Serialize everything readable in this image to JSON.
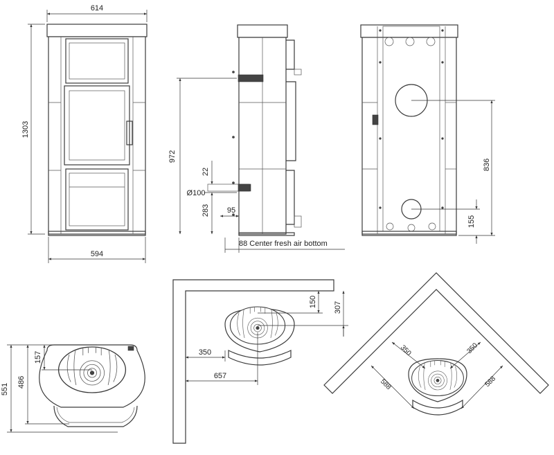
{
  "front_view": {
    "width_top": "614",
    "width_bottom": "594",
    "height": "1303"
  },
  "side_view": {
    "outlet_height": "972",
    "d1": "22",
    "d2": "283",
    "d3": "95",
    "diameter": "Ø100",
    "fresh_air": "88 Center fresh air bottom"
  },
  "back_view": {
    "d1": "836",
    "d2": "155"
  },
  "plan_view": {
    "d1": "157",
    "d2": "486",
    "d3": "551"
  },
  "wall_view": {
    "d1": "150",
    "d2": "307",
    "d3": "350",
    "d4": "657"
  },
  "corner_view": {
    "d1": "350",
    "d2": "350",
    "d3": "588",
    "d4": "588"
  },
  "colors": {
    "line": "#3a3a3a",
    "background": "#ffffff"
  }
}
